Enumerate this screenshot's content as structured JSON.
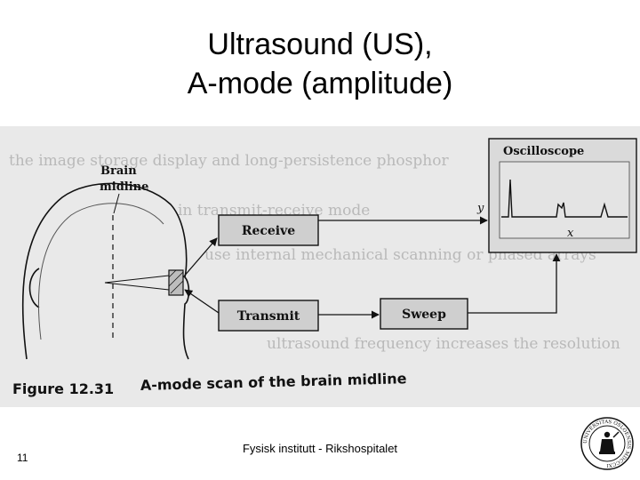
{
  "title": {
    "line1": "Ultrasound (US),",
    "line2": "A-mode (amplitude)"
  },
  "figure": {
    "brain_midline_line1": "Brain",
    "brain_midline_line2": "midline",
    "oscilloscope": "Oscilloscope",
    "receive": "Receive",
    "transmit": "Transmit",
    "sweep": "Sweep",
    "axis_y": "y",
    "axis_x": "x",
    "figure_number": "Figure 12.31",
    "caption": "A-mode scan of the brain midline",
    "background_text_fragments": [
      "in transmit-receive mode",
      "use internal mechanical scanning or phased arrays",
      "the image storage display and long-persistence phosphor",
      "ultrasound frequency increases the resolution"
    ]
  },
  "footer": {
    "slide_number": "11",
    "institution": "Fysisk institutt - Rikshospitalet"
  },
  "seal": {
    "icon": "university-seal-icon",
    "text": "UNIVERSITAS OSLOENSIS MDCCCXI"
  },
  "colors": {
    "background": "#ffffff",
    "figure_background": "#e9e9e9",
    "box_fill": "#cfcfcf",
    "ink": "#111111"
  }
}
